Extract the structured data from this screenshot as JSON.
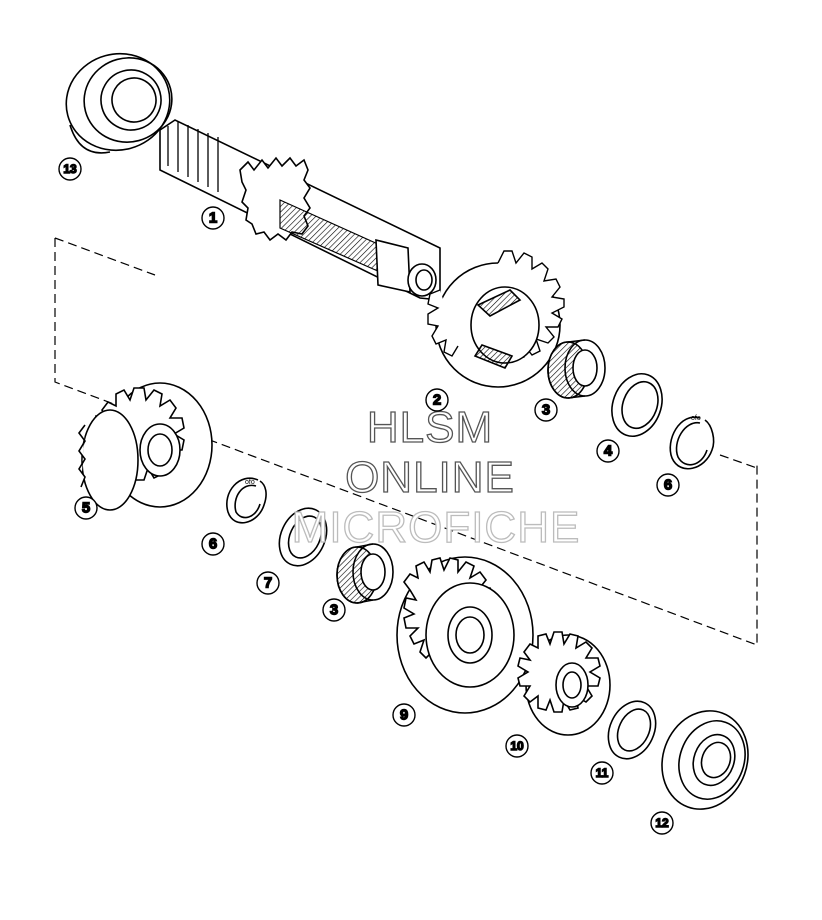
{
  "watermark": {
    "line1": "HLSM",
    "line2": "ONLINE",
    "line3": "MICROFICHE",
    "color": "#555555",
    "faint_color": "#bcbcbc"
  },
  "callouts": {
    "c1": "1",
    "c2": "2",
    "c3a": "3",
    "c3b": "3",
    "c4": "4",
    "c5": "5",
    "c6a": "6",
    "c6b": "6",
    "c7": "7",
    "c9": "9",
    "c10": "10",
    "c11": "11",
    "c12": "12",
    "c13": "13"
  },
  "colors": {
    "line": "#000000",
    "background": "#ffffff"
  }
}
